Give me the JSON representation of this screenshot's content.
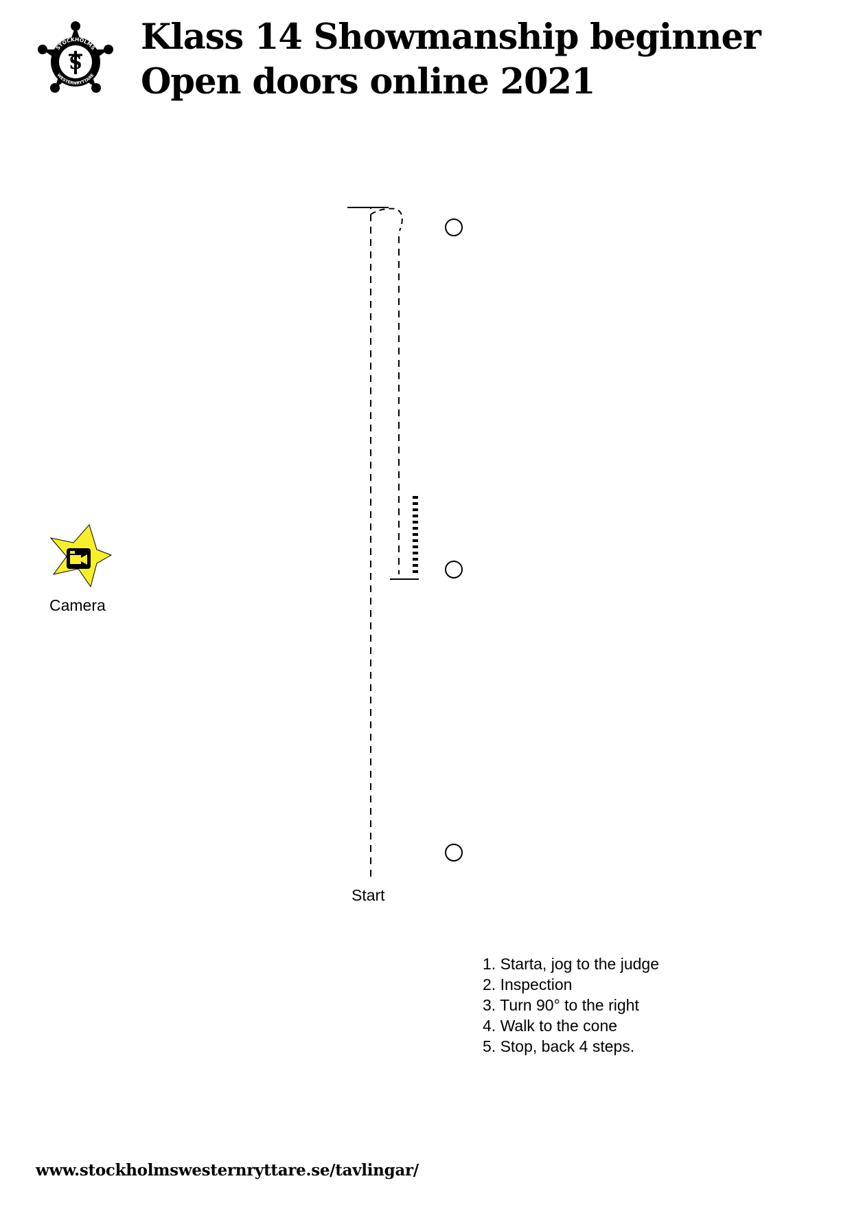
{
  "header": {
    "title_line1": "Klass 14 Showmanship beginner",
    "title_line2": "Open doors online 2021",
    "logo_text_top": "STOCKHOLMS",
    "logo_text_bottom": "WESTERNRYTTARE"
  },
  "diagram": {
    "camera_label": "Camera",
    "start_label": "Start",
    "camera_star_color": "#f7ef2a",
    "camera_icon": "video-camera-icon"
  },
  "steps": [
    "1. Starta, jog to the judge",
    "2. Inspection",
    "3. Turn 90° to the right",
    "4. Walk to the cone",
    "5.  Stop, back 4 steps."
  ],
  "footer": {
    "url": "www.stockholmswesternryttare.se/tavlingar/"
  }
}
